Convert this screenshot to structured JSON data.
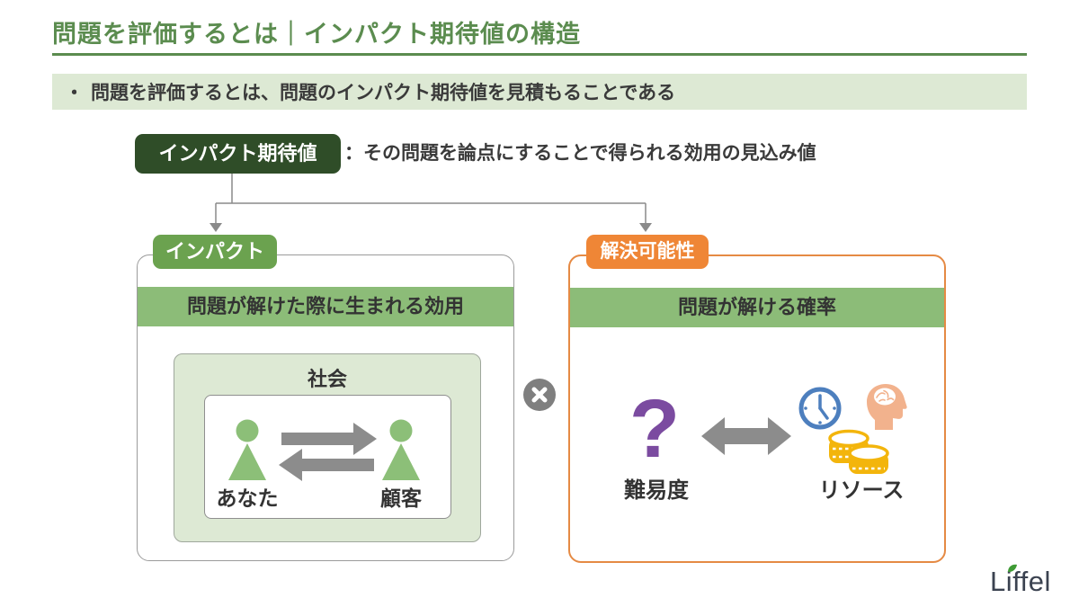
{
  "slide": {
    "title": "問題を評価するとは｜インパクト期待値の構造",
    "summary_bullet": "・",
    "summary": "問題を評価するとは、問題のインパクト期待値を見積もることである"
  },
  "definition": {
    "term": "インパクト期待値",
    "description": "：その問題を論点にすることで得られる効用の見込み値"
  },
  "impact": {
    "chip": "インパクト",
    "header": "問題が解けた際に生まれる効用",
    "society": "社会",
    "left_person": "あなた",
    "right_person": "顧客"
  },
  "operator": {
    "symbol": "×"
  },
  "solvability": {
    "chip": "解決可能性",
    "header": "問題が解ける確率",
    "question": "?",
    "difficulty": "難易度",
    "resources": "リソース"
  },
  "logo": {
    "text": "Liffel"
  },
  "colors": {
    "accent_green": "#5b8c4f",
    "dark_green": "#2f4d28",
    "chip_green": "#6ba24f",
    "band_green": "#8cbc78",
    "light_green": "#dde9d4",
    "orange": "#ef8636",
    "orange_border": "#e58a44",
    "purple": "#7b4ba0",
    "connector_gray": "#8a8a8a",
    "arrow_gray": "#8c8c8c",
    "clock_blue": "#4d7fbe",
    "head_salmon": "#f2b28d",
    "coin_yellow": "#f3b50c",
    "person_green": "#8cbf78",
    "text_dark": "#3a3a3a"
  }
}
